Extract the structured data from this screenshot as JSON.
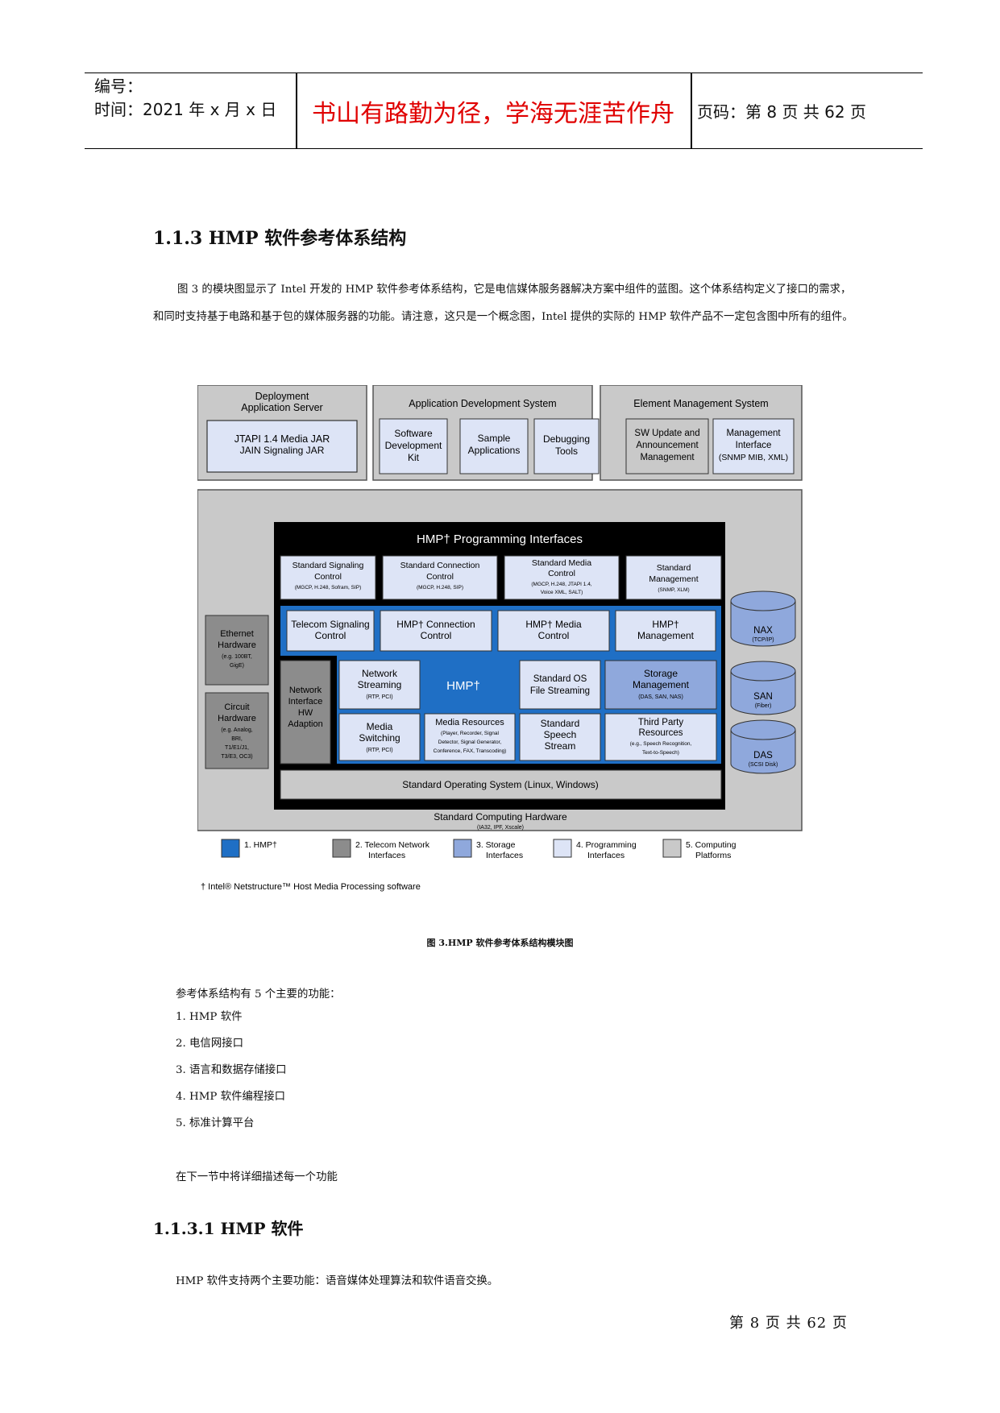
{
  "header": {
    "number_label": "编号：",
    "time_label": "时间：2021 年 x 月 x 日",
    "motto": "书山有路勤为径，学海无涯苦作舟",
    "page_info": "页码：第 8 页  共 62 页"
  },
  "section": {
    "title": "1.1.3 HMP 软件参考体系结构",
    "intro": "图 3 的模块图显示了 Intel 开发的 HMP 软件参考体系结构，它是电信媒体服务器解决方案中组件的蓝图。这个体系结构定义了接口的需求，和同时支持基于电路和基于包的媒体服务器的功能。请注意，这只是一个概念图，Intel 提供的实际的 HMP 软件产品不一定包含图中所有的组件。"
  },
  "figure": {
    "deploy_title": "Deployment Application Server",
    "deploy_box": [
      "JTAPI 1.4 Media JAR",
      "JAIN Signaling JAR"
    ],
    "ads_title": "Application Development System",
    "ads_boxes": [
      [
        "Software",
        "Development",
        "Kit"
      ],
      [
        "Sample",
        "Applications"
      ],
      [
        "Debugging",
        "Tools"
      ]
    ],
    "ems_title": "Element Management System",
    "ems_boxes": [
      [
        "SW Update and",
        "Announcement",
        "Management"
      ],
      [
        "Management",
        "Interface",
        "(SNMP MIB, XML)"
      ]
    ],
    "prog_title": "HMP† Programming Interfaces",
    "prog_boxes": [
      [
        "Standard Signaling",
        "Control",
        "(MGCP, H.248, Sofram, SIP)"
      ],
      [
        "Standard Connection",
        "Control",
        "(MGCP, H.248, SIP)"
      ],
      [
        "Standard Media",
        "Control",
        "(MGCP, H.248, JTAPI 1.4,",
        "Voice XML, SALT)"
      ],
      [
        "Standard",
        "Management",
        "(SNMP, XLM)"
      ]
    ],
    "row2_boxes": [
      [
        "Telecom Signaling",
        "Control"
      ],
      [
        "HMP† Connection",
        "Control"
      ],
      [
        "HMP† Media",
        "Control"
      ],
      [
        "HMP†",
        "Management"
      ]
    ],
    "ethernet": [
      "Ethernet",
      "Hardware",
      "(e.g. 100BT,",
      "GigE)"
    ],
    "circuit": [
      "Circuit",
      "Hardware",
      "(e.g. Analog,",
      "BRI,",
      "T1/E1/J1,",
      "T3/E3, OC3)"
    ],
    "network_if": [
      "Network",
      "Interface",
      "HW",
      "Adaption"
    ],
    "core_label": "HMP†",
    "net_stream": [
      "Network",
      "Streaming",
      "(RTP, PCI)"
    ],
    "media_switch": [
      "Media",
      "Switching",
      "(RTP, PCI)"
    ],
    "media_res": [
      "Media Resources",
      "(Player, Recorder, Signal",
      "Detector, Signal Generator,",
      "Conference, FAX, Transcoding)"
    ],
    "os_stream": [
      "Standard OS",
      "File Streaming"
    ],
    "speech": [
      "Standard",
      "Speech",
      "Stream"
    ],
    "storage": [
      "Storage",
      "Management",
      "(DAS, SAN, NAS)"
    ],
    "third_party": [
      "Third Party",
      "Resources",
      "(e.g., Speech Recognition,",
      "Text-to-Speech)"
    ],
    "os_bar": "Standard Operating System (Linux, Windows)",
    "hw_bar": [
      "Standard Computing Hardware",
      "(IA32, IPF, Xscale)"
    ],
    "disks": [
      [
        "NAX",
        "(TCP/IP)"
      ],
      [
        "SAN",
        "(Fiber)"
      ],
      [
        "DAS",
        "(SCSI Disk)"
      ]
    ],
    "legend": [
      {
        "label": [
          "1. HMP†"
        ],
        "color": "#1f6fc5"
      },
      {
        "label": [
          "2. Telecom Network",
          "Interfaces"
        ],
        "color": "#8c8c8c"
      },
      {
        "label": [
          "3. Storage",
          "Interfaces"
        ],
        "color": "#8fa8dc"
      },
      {
        "label": [
          "4. Programming",
          "Interfaces"
        ],
        "color": "#dde4f6"
      },
      {
        "label": [
          "5. Computing",
          "Platforms"
        ],
        "color": "#c9c9c9"
      }
    ],
    "footnote": "† Intel® Netstructure™ Host Media Processing software",
    "caption": "图 3.HMP 软件参考体系结构模块图"
  },
  "functions": {
    "lead": "参考体系结构有 5 个主要的功能：",
    "items": [
      "1. HMP 软件",
      "2.  电信网接口",
      "3.  语言和数据存储接口",
      "4. HMP 软件编程接口",
      "5.  标准计算平台"
    ],
    "next": "在下一节中将详细描述每一个功能"
  },
  "subsection": {
    "title": "1.1.3.1 HMP  软件",
    "text": "HMP  软件支持两个主要功能：语音媒体处理算法和软件语音交换。"
  },
  "footer": {
    "page": "第 8 页 共 62 页"
  }
}
